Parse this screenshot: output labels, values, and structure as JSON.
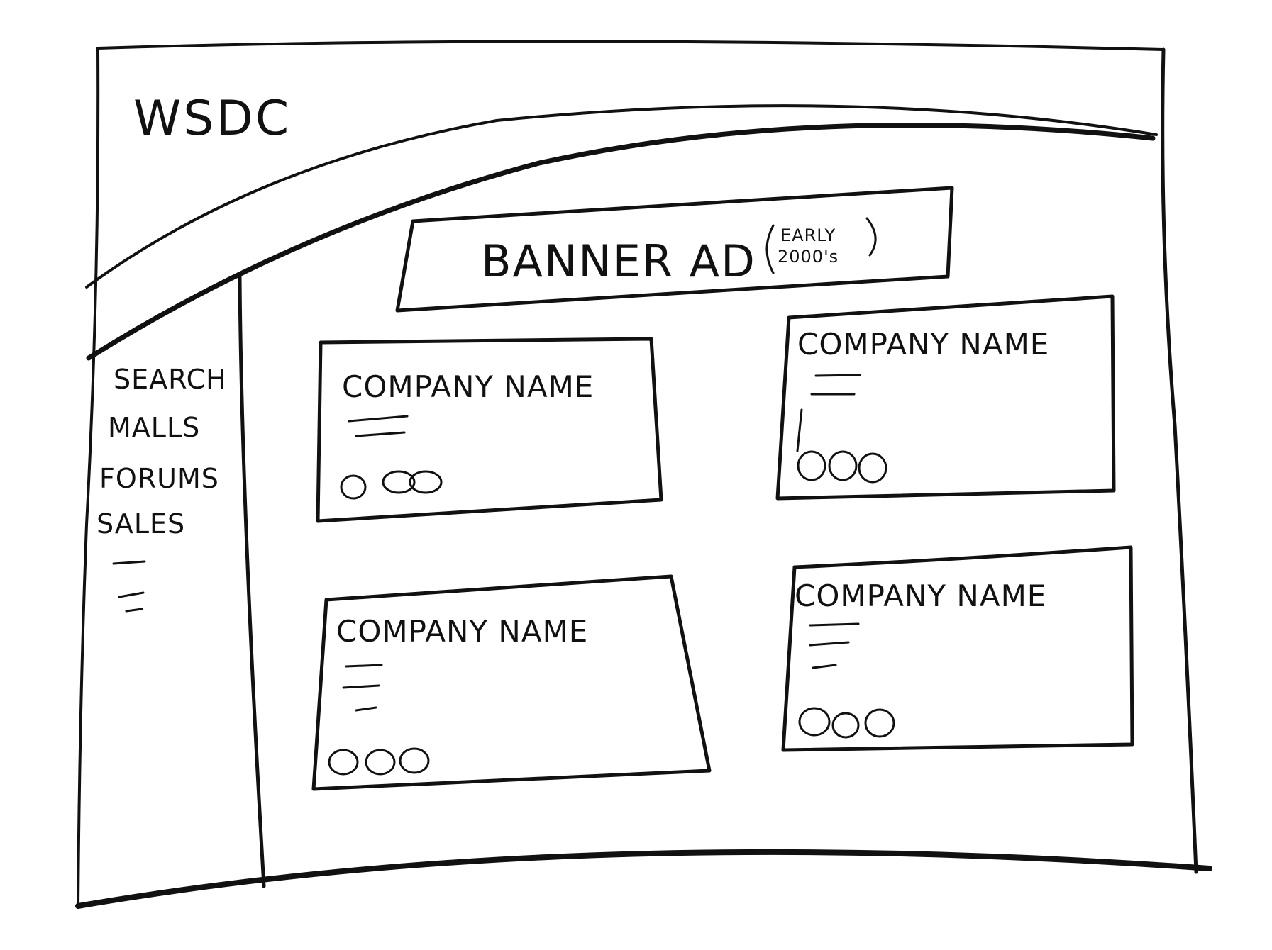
{
  "header": {
    "logo": "WSDC"
  },
  "banner": {
    "label": "BANNER AD",
    "note_line1": "EARLY",
    "note_line2": "2000's"
  },
  "sidebar": {
    "items": [
      {
        "label": "SEARCH"
      },
      {
        "label": "MALLS"
      },
      {
        "label": "FORUMS"
      },
      {
        "label": "SALES"
      }
    ]
  },
  "cards": [
    {
      "title": "COMPANY NAME"
    },
    {
      "title": "COMPANY NAME"
    },
    {
      "title": "COMPANY NAME"
    },
    {
      "title": "COMPANY NAME"
    }
  ],
  "colors": {
    "ink": "#111111",
    "paper": "#ffffff"
  }
}
